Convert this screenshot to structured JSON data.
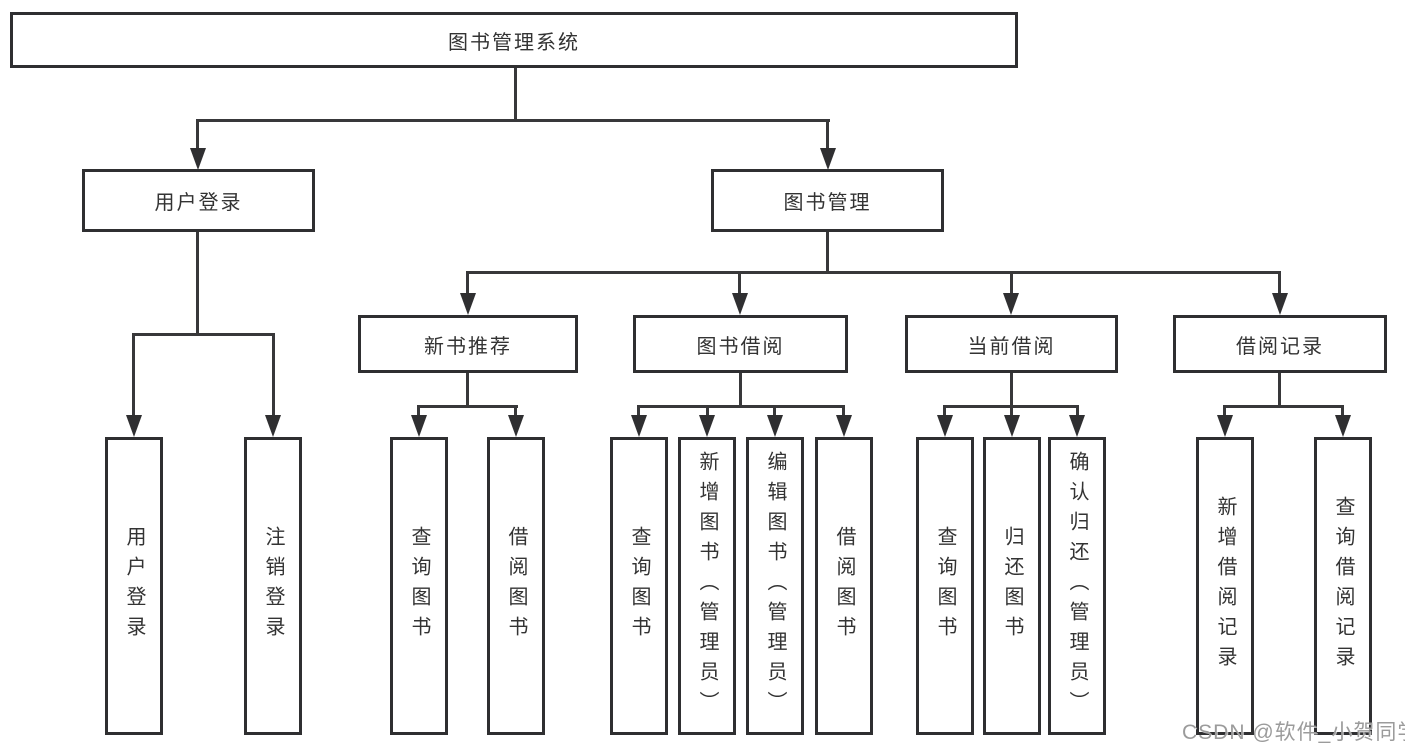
{
  "diagram": {
    "root": "图书管理系统",
    "user_branch": {
      "label": "用户登录",
      "children": [
        "用户登录",
        "注销登录"
      ]
    },
    "book_branch": {
      "label": "图书管理",
      "sections": [
        {
          "label": "新书推荐",
          "children": [
            "查询图书",
            "借阅图书"
          ]
        },
        {
          "label": "图书借阅",
          "children": [
            "查询图书",
            "新增图书（管理员）",
            "编辑图书（管理员）",
            "借阅图书"
          ]
        },
        {
          "label": "当前借阅",
          "children": [
            "查询图书",
            "归还图书",
            "确认归还（管理员）"
          ]
        },
        {
          "label": "借阅记录",
          "children": [
            "新增借阅记录",
            "查询借阅记录"
          ]
        }
      ]
    }
  },
  "watermark": "CSDN @软件_小贺同学",
  "colors": {
    "background": "#ffffff",
    "box_fill": "#ffffff",
    "box_border": "#2f2f31",
    "line": "#38383a",
    "text": "#333333",
    "watermark": "#9b9b9b"
  }
}
